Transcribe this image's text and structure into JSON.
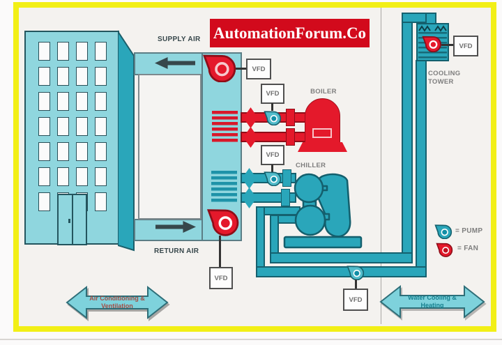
{
  "banner": {
    "text": "AutomationForum.Co",
    "bg": "#d20a1c",
    "fg": "#ffffff"
  },
  "labels": {
    "supply_air": "SUPPLY AIR",
    "return_air": "RETURN AIR",
    "boiler": "BOILER",
    "chiller": "CHILLER",
    "cooling_tower": "COOLING\nTOWER",
    "vfd": "VFD"
  },
  "legend": {
    "pump": "= PUMP",
    "fan": "= FAN"
  },
  "flow_arrows": {
    "air": "Air Conditioning &\nVentilation",
    "water": "Water Cooling &\nHeating"
  },
  "icons": {
    "fan": "red centrifugal fan (snail) symbol",
    "pump": "teal centrifugal pump (snail) symbol",
    "supply_arrow": "left flow arrow",
    "return_arrow": "right flow arrow"
  },
  "colors": {
    "frame_yellow": "#f2ef16",
    "background": "#f4f2ef",
    "teal_light": "#8fd6de",
    "teal_dark": "#2aa6ba",
    "red": "#e4192b",
    "banner_red": "#d20a1c",
    "label_gray": "#7e7e7e"
  }
}
